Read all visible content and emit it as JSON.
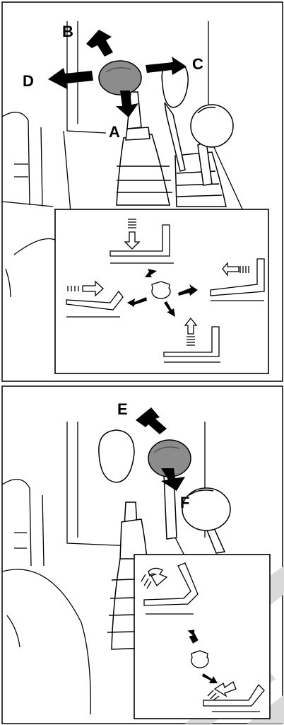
{
  "panels": [
    {
      "id": "top",
      "callouts": [
        "A",
        "B",
        "C",
        "D"
      ],
      "inset_symbols": [
        "boom-lower-symbol",
        "bucket-curl-symbol",
        "bucket-dump-symbol",
        "boom-raise-symbol"
      ]
    },
    {
      "id": "bottom",
      "callouts": [
        "E",
        "F"
      ],
      "inset_symbols": [
        "attachment-retract-symbol",
        "attachment-extend-symbol"
      ]
    }
  ],
  "labels": {
    "A": "A",
    "B": "B",
    "C": "C",
    "D": "D",
    "E": "E",
    "F": "F"
  },
  "colors": {
    "line": "#000000",
    "active_knob": "#8c8c8c",
    "knob": "#ffffff",
    "watermark": "#d9d9d9"
  }
}
